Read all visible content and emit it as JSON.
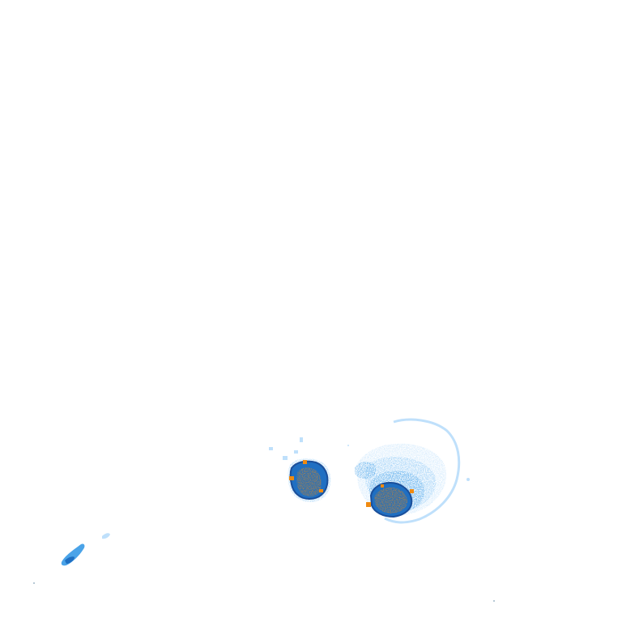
{
  "colors": {
    "background": "#ffffff",
    "light_precip": "#bfe0fb",
    "light_mid_precip": "#8ec8f5",
    "moderate_precip": "#4aa3e8",
    "heavy_precip": "#1f6fc2",
    "core_outline": "#1b4f9a",
    "intense_core": "#f08a10"
  },
  "layers": [
    "light-precipitation",
    "moderate-precipitation",
    "heavy-precipitation",
    "intense-core"
  ]
}
